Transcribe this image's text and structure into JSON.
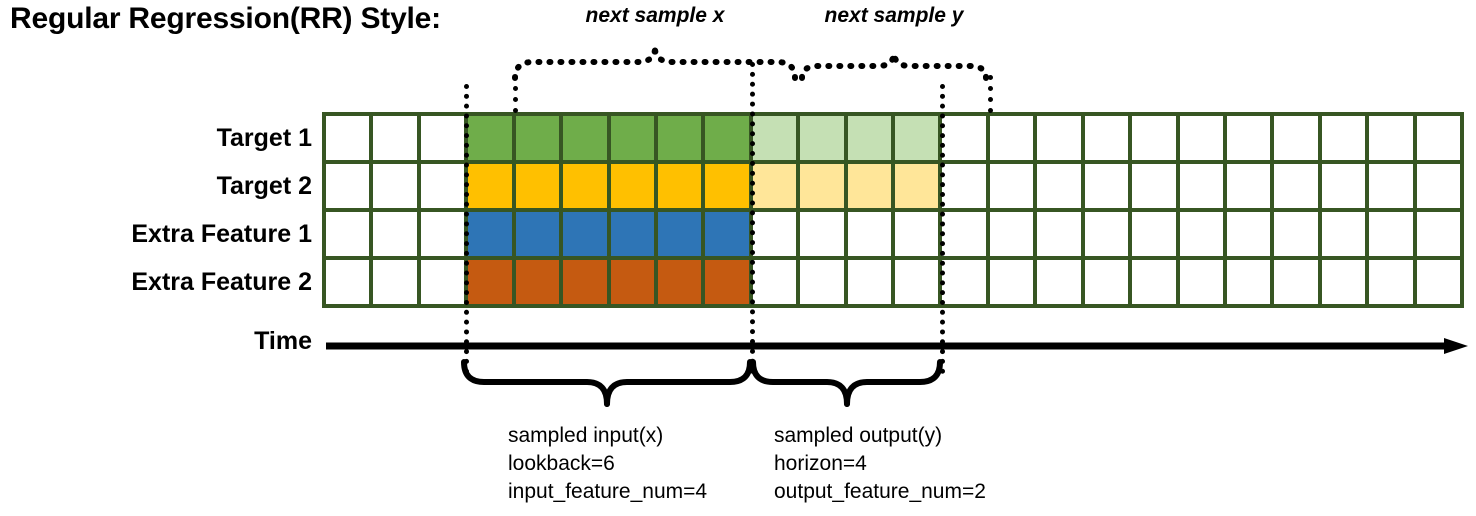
{
  "title": "Regular Regression(RR) Style:",
  "rows": [
    {
      "label": "Target 1",
      "name": "target-1",
      "color": "#6FAD4A",
      "light": "#C5E0B4",
      "has_horizon": true
    },
    {
      "label": "Target 2",
      "name": "target-2",
      "color": "#FFC000",
      "light": "#FFE699",
      "has_horizon": true
    },
    {
      "label": "Extra Feature 1",
      "name": "extra-feature-1",
      "color": "#2E75B6",
      "light": "#FFFFFF",
      "has_horizon": false
    },
    {
      "label": "Extra Feature 2",
      "name": "extra-feature-2",
      "color": "#C55A11",
      "light": "#FFFFFF",
      "has_horizon": false
    }
  ],
  "time_axis_label": "Time",
  "grid": {
    "total_columns": 24,
    "lead_blank_columns": 3,
    "lookback_columns": 6,
    "horizon_columns": 4,
    "trailing_blank_columns": 11,
    "border_color": "#375623",
    "empty_cell_color": "#FFFFFF"
  },
  "top_braces": [
    {
      "label": "next sample x",
      "name": "next-sample-x"
    },
    {
      "label": "next sample y",
      "name": "next-sample-y"
    }
  ],
  "bottom_braces": [
    {
      "name": "sampled-input",
      "lines": [
        "sampled input(x)",
        "lookback=6",
        "input_feature_num=4"
      ]
    },
    {
      "name": "sampled-output",
      "lines": [
        "sampled output(y)",
        "horizon=4",
        "output_feature_num=2"
      ]
    }
  ],
  "chart_data": {
    "type": "heatmap",
    "title": "Regular Regression(RR) Style:",
    "xlabel": "Time",
    "ylabel": "",
    "categories": [
      "Target 1",
      "Target 2",
      "Extra Feature 1",
      "Extra Feature 2"
    ],
    "x": [
      1,
      2,
      3,
      4,
      5,
      6,
      7,
      8,
      9,
      10,
      11,
      12,
      13,
      14,
      15,
      16,
      17,
      18,
      19,
      20,
      21,
      22,
      23,
      24
    ],
    "grid_on": true,
    "legend_position": "none",
    "annotations": [
      "next sample x",
      "next sample y",
      "sampled input(x) lookback=6 input_feature_num=4",
      "sampled output(y) horizon=4 output_feature_num=2"
    ],
    "series": [
      {
        "name": "Target 1",
        "values": [
          0,
          0,
          0,
          1,
          1,
          1,
          1,
          1,
          1,
          0.5,
          0.5,
          0.5,
          0.5,
          0,
          0,
          0,
          0,
          0,
          0,
          0,
          0,
          0,
          0,
          0
        ]
      },
      {
        "name": "Target 2",
        "values": [
          0,
          0,
          0,
          1,
          1,
          1,
          1,
          1,
          1,
          0.5,
          0.5,
          0.5,
          0.5,
          0,
          0,
          0,
          0,
          0,
          0,
          0,
          0,
          0,
          0,
          0
        ]
      },
      {
        "name": "Extra Feature 1",
        "values": [
          0,
          0,
          0,
          1,
          1,
          1,
          1,
          1,
          1,
          0,
          0,
          0,
          0,
          0,
          0,
          0,
          0,
          0,
          0,
          0,
          0,
          0,
          0,
          0
        ]
      },
      {
        "name": "Extra Feature 2",
        "values": [
          0,
          0,
          0,
          1,
          1,
          1,
          1,
          1,
          1,
          0,
          0,
          0,
          0,
          0,
          0,
          0,
          0,
          0,
          0,
          0,
          0,
          0,
          0,
          0
        ]
      }
    ]
  }
}
